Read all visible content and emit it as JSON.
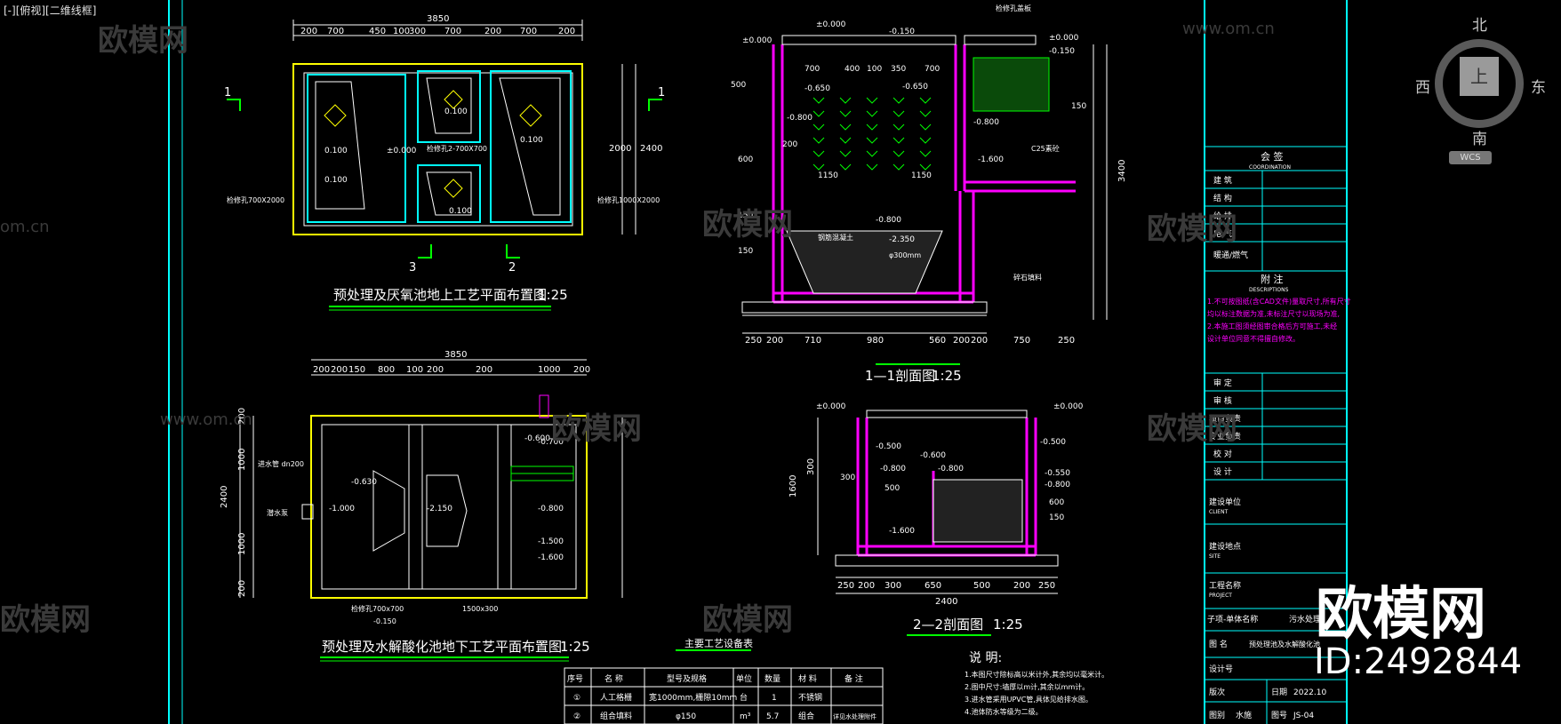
{
  "viewport": {
    "label": "[-][俯视][二维线框]"
  },
  "compass": {
    "north": "北",
    "south": "南",
    "east": "东",
    "west": "西",
    "top": "上",
    "wcs": "WCS"
  },
  "watermark": {
    "logo": "欧模网",
    "url": "www.om.cn",
    "url_short": "om.cn"
  },
  "brand": {
    "name": "欧模网",
    "id": "ID:2492844"
  },
  "colors": {
    "frame": "#00ffff",
    "wall": "#ff00ff",
    "green": "#00ff00",
    "yellow": "#ffff00",
    "white": "#ffffff"
  },
  "drawing_titles": {
    "plan_upper": "预处理及厌氧池地上工艺平面布置图",
    "plan_lower": "预处理及水解酸化池地下工艺平面布置图",
    "section_1": "1—1剖面图",
    "section_2": "2—2剖面图",
    "scale": "1:25",
    "equipment": "主要工艺设备表",
    "notes_heading": "说 明:"
  },
  "dims": {
    "plan_upper_total": "3850",
    "plan_upper_parts": [
      "200",
      "700",
      "450",
      "100",
      "300",
      "700",
      "200",
      "700",
      "200"
    ],
    "plan_upper_right": [
      "2400",
      "2000"
    ],
    "plan_lower_total": "3850",
    "plan_lower_parts": [
      "200",
      "200",
      "150",
      "800",
      "100",
      "200",
      "200",
      "1000",
      "200"
    ],
    "plan_lower_left": [
      "2400",
      "1000",
      "1000",
      "200",
      "200"
    ],
    "section1_bottom": [
      "250",
      "200",
      "710",
      "980",
      "560",
      "200",
      "200",
      "750",
      "250"
    ],
    "section1_right": "3400",
    "section2_bottom": [
      "250",
      "200",
      "300",
      "650",
      "500",
      "200",
      "250"
    ],
    "section2_total": "2400",
    "section2_left": [
      "1600",
      "300"
    ]
  },
  "plan_labels": {
    "section_marks": [
      "1",
      "1",
      "3",
      "2"
    ],
    "levels": [
      "0.100",
      "±0.000",
      "0.100",
      "0.100",
      "0.100",
      "0.100"
    ],
    "notes": [
      "检修孔700X2000",
      "检修孔1000X2000",
      "检修孔2-700X700"
    ],
    "lower_levels": [
      "-0.600",
      "-0.630",
      "-1.000",
      "-2.150",
      "-0.700",
      "-0.800",
      "-1.500",
      "-1.600"
    ],
    "lower_notes": [
      "进水管 dn200",
      "检修孔700x700",
      "1500x300",
      "-0.150",
      "潜水泵"
    ]
  },
  "section1_labels": {
    "levels": [
      "±0.000",
      "-0.650",
      "-0.650",
      "-0.800",
      "-0.800",
      "-0.800",
      "-1.600",
      "-2.350",
      "±0.000",
      "-0.150",
      "±0.000",
      "-0.150"
    ],
    "notes": [
      "检修孔盖板",
      "C25素砼",
      "钢筋混凝土",
      "碎石填料",
      "φ300mm"
    ],
    "dims": [
      "700",
      "400",
      "100",
      "350",
      "700",
      "500",
      "150",
      "200",
      "1150",
      "1150",
      "600",
      "150",
      "150"
    ]
  },
  "section2_labels": {
    "levels": [
      "±0.000",
      "-0.500",
      "-0.600",
      "-0.800",
      "-0.800",
      "-1.600",
      "-0.550",
      "-0.800",
      "±0.000",
      "-0.500"
    ],
    "dims": [
      "500",
      "300",
      "600",
      "150"
    ]
  },
  "title_block": {
    "sign_heading": "会 签",
    "sign_heading_en": "COORDINATION",
    "sign_rows": [
      "建 筑",
      "结 构",
      "给 排",
      "电 气",
      "暖通/燃气"
    ],
    "notes_heading": "附 注",
    "notes_heading_en": "DESCRIPTIONS",
    "notes_lines": [
      "1.不可按图纸(含CAD文件)量取尺寸,所有尺寸",
      "均以标注数据为准,未标注尺寸以现场为准,",
      "2.本施工图须经图审合格后方可施工,未经",
      "设计单位同意不得擅自修改。"
    ],
    "approval_rows": [
      "审 定",
      "审 核",
      "项目负责",
      "专业负责",
      "校 对",
      "设 计"
    ],
    "client_label": "建设单位",
    "client_en": "CLIENT",
    "site_label": "建设地点",
    "site_en": "SITE",
    "project_label": "工程名称",
    "project_en": "PROJECT",
    "subproject_label": "子项-单体名称",
    "subproject_value": "污水处理",
    "drawing_label": "图 名",
    "drawing_value": "预处理池及水解酸化池",
    "contract_label": "设计号",
    "revision_label": "版次",
    "date_label": "日期",
    "date_value": "2022.10",
    "discipline_label": "图别",
    "discipline_value": "水施",
    "sheet_label": "图号",
    "sheet_value": "JS-04"
  },
  "equipment_table": {
    "headers": [
      "序号",
      "名 称",
      "型号及规格",
      "单位",
      "数量",
      "材 料",
      "备 注"
    ],
    "rows": [
      [
        "①",
        "人工格栅",
        "宽1000mm,栅隙10mm",
        "台",
        "1",
        "不锈钢",
        ""
      ],
      [
        "②",
        "组合填料",
        "φ150",
        "m³",
        "5.7",
        "组合",
        "详见水处理附件"
      ]
    ]
  },
  "general_notes": [
    "1.本图尺寸除标高以米计外,其余均以毫米计。",
    "2.图中尺寸:墙厚以m计,其余以mm计。",
    "3.进水管采用UPVC管,具体见给排水图。",
    "4.池体防水等级为二级。"
  ]
}
